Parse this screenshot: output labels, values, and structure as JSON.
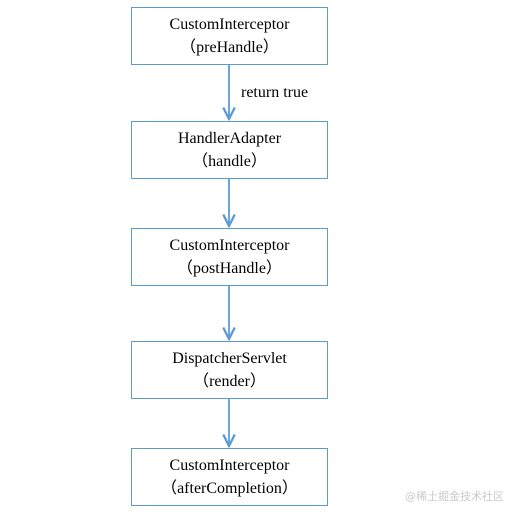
{
  "diagram": {
    "nodes": [
      {
        "title": "CustomInterceptor",
        "method": "（preHandle）"
      },
      {
        "title": "HandlerAdapter",
        "method": "（handle）"
      },
      {
        "title": "CustomInterceptor",
        "method": "（postHandle）"
      },
      {
        "title": "DispatcherServlet",
        "method": "（render）"
      },
      {
        "title": "CustomInterceptor",
        "method": "（afterCompletion）"
      }
    ],
    "edge_labels": {
      "first_transition": "return true"
    }
  },
  "colors": {
    "box_border": "#5b9bd5",
    "arrow": "#5b9bd5",
    "watermark": "#c9c9c9"
  },
  "watermark": "@稀土掘金技术社区"
}
